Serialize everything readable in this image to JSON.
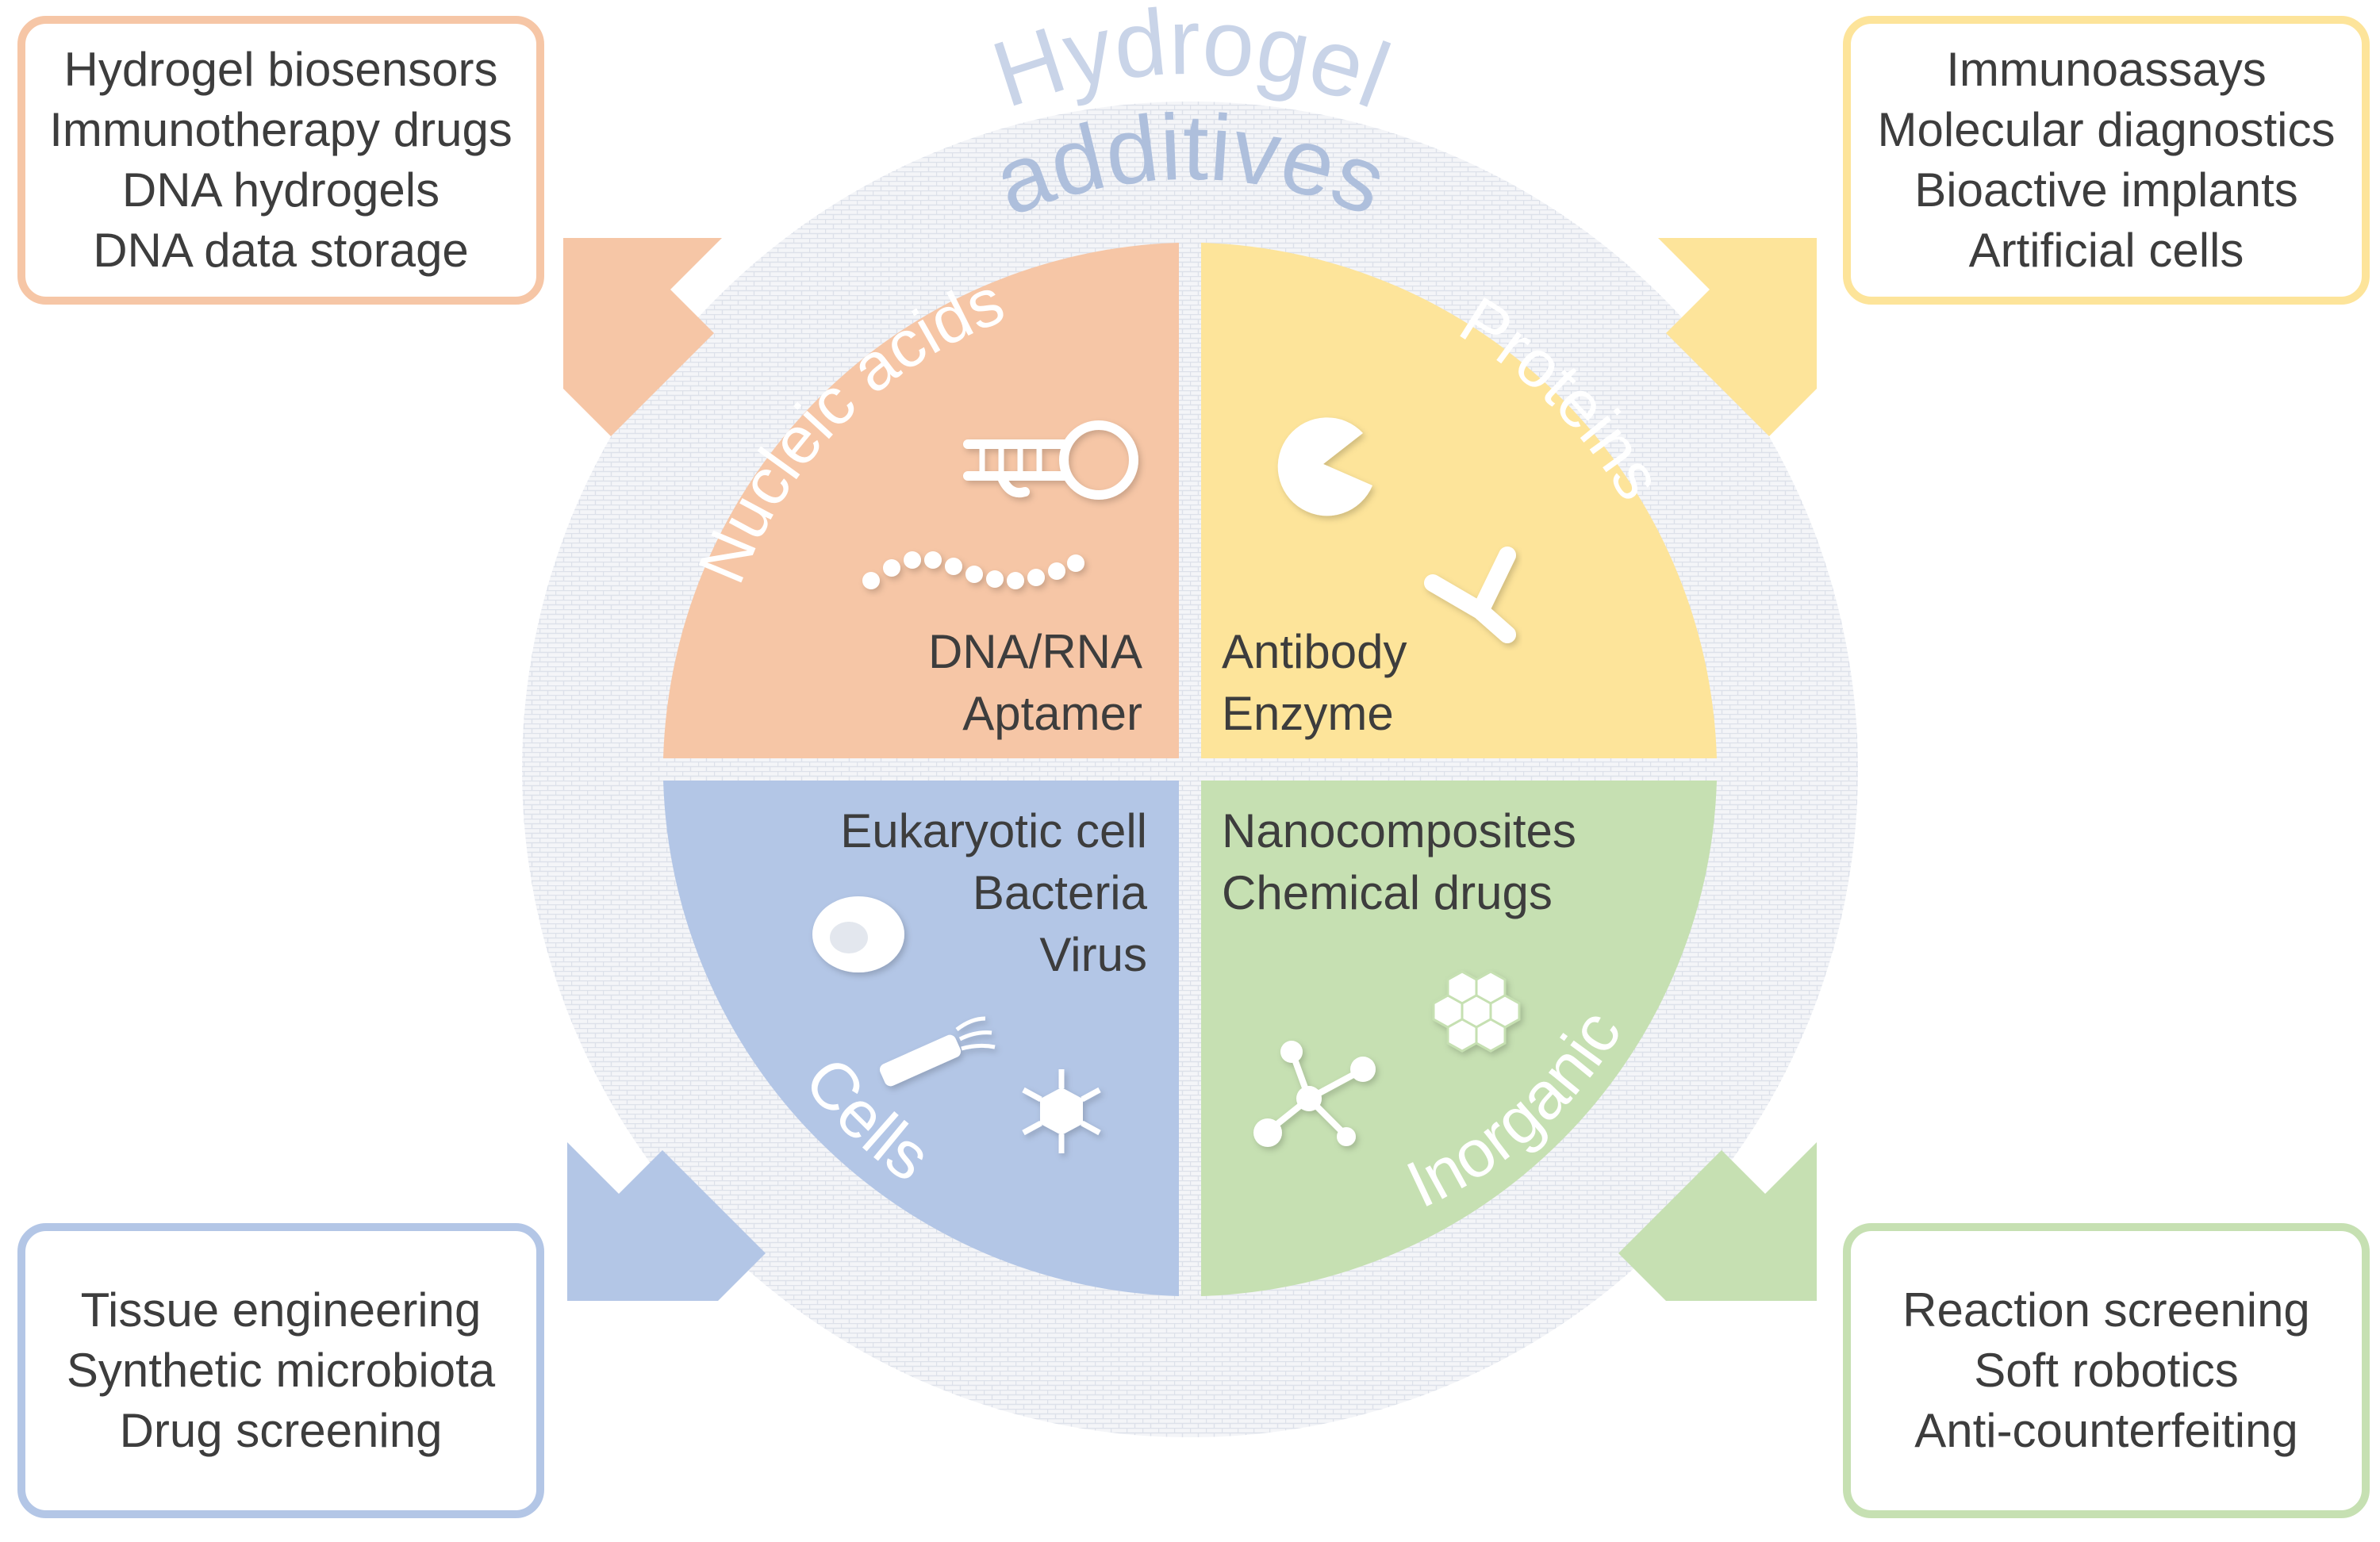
{
  "ring_label": {
    "line1": "Hydrogel",
    "line2": "additives"
  },
  "colors": {
    "nucleic": "#f6c6a6",
    "proteins": "#fde49a",
    "cells": "#b3c6e6",
    "inorganic": "#c6e0b2",
    "ring_text": "#aebfdc",
    "text": "#3d3d3d"
  },
  "quadrants": {
    "nucleic_acids": {
      "title": "Nucleic acids",
      "items": [
        "DNA/RNA",
        "Aptamer"
      ]
    },
    "proteins": {
      "title": "Proteins",
      "items": [
        "Antibody",
        "Enzyme"
      ]
    },
    "cells": {
      "title": "Cells",
      "items": [
        "Eukaryotic cell",
        "Bacteria",
        "Virus"
      ]
    },
    "inorganic": {
      "title": "Inorganic",
      "items": [
        "Nanocomposites",
        "Chemical drugs"
      ]
    }
  },
  "applications": {
    "top_left": [
      "Hydrogel biosensors",
      "Immunotherapy drugs",
      "DNA hydrogels",
      "DNA data storage"
    ],
    "top_right": [
      "Immunoassays",
      "Molecular diagnostics",
      "Bioactive implants",
      "Artificial cells"
    ],
    "bottom_left": [
      "Tissue engineering",
      "Synthetic microbiota",
      "Drug screening"
    ],
    "bottom_right": [
      "Reaction screening",
      "Soft robotics",
      "Anti-counterfeiting"
    ]
  },
  "icons": {
    "nucleic_acids": [
      "aptamer-hairpin-icon",
      "dna-strand-icon"
    ],
    "proteins": [
      "enzyme-icon",
      "antibody-icon"
    ],
    "cells": [
      "eukaryotic-cell-icon",
      "bacterium-icon",
      "virus-icon"
    ],
    "inorganic": [
      "molecule-icon",
      "nanocluster-icon"
    ]
  }
}
